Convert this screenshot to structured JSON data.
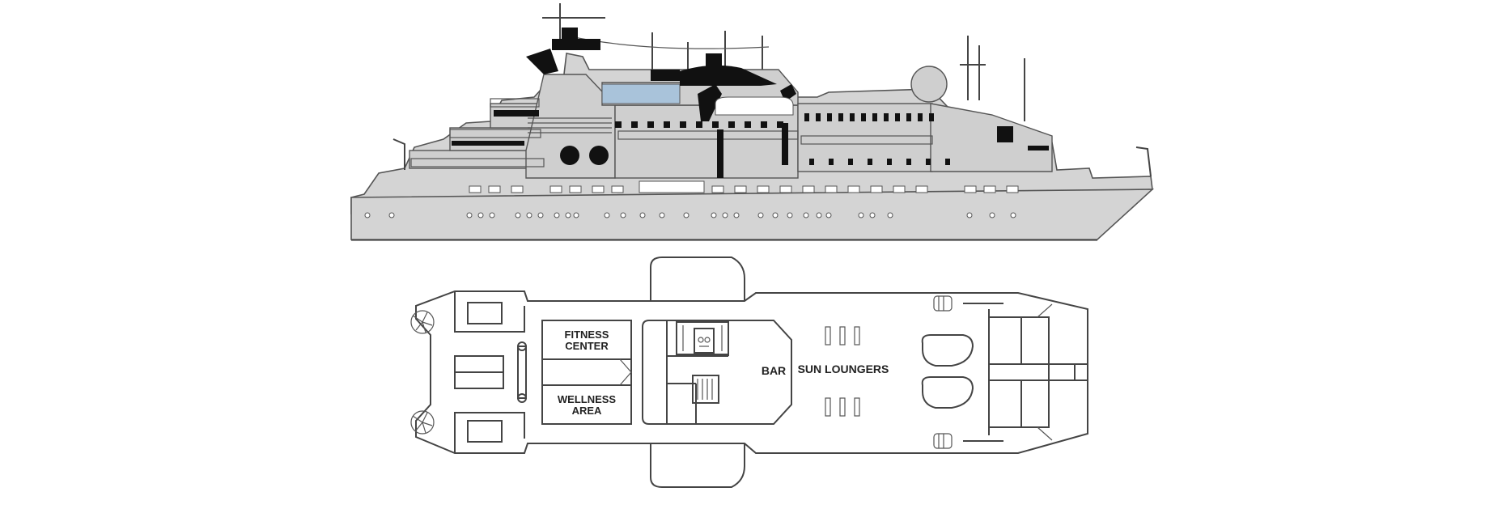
{
  "deck_plan": {
    "labels": {
      "fitness_line1": "FITNESS",
      "fitness_line2": "CENTER",
      "wellness_line1": "WELLNESS",
      "wellness_line2": "AREA",
      "bar": "BAR",
      "sun_loungers": "SUN LOUNGERS"
    }
  },
  "colors": {
    "hull": "#d4d4d4",
    "dark": "#111111",
    "glass": "#a9c3da"
  }
}
